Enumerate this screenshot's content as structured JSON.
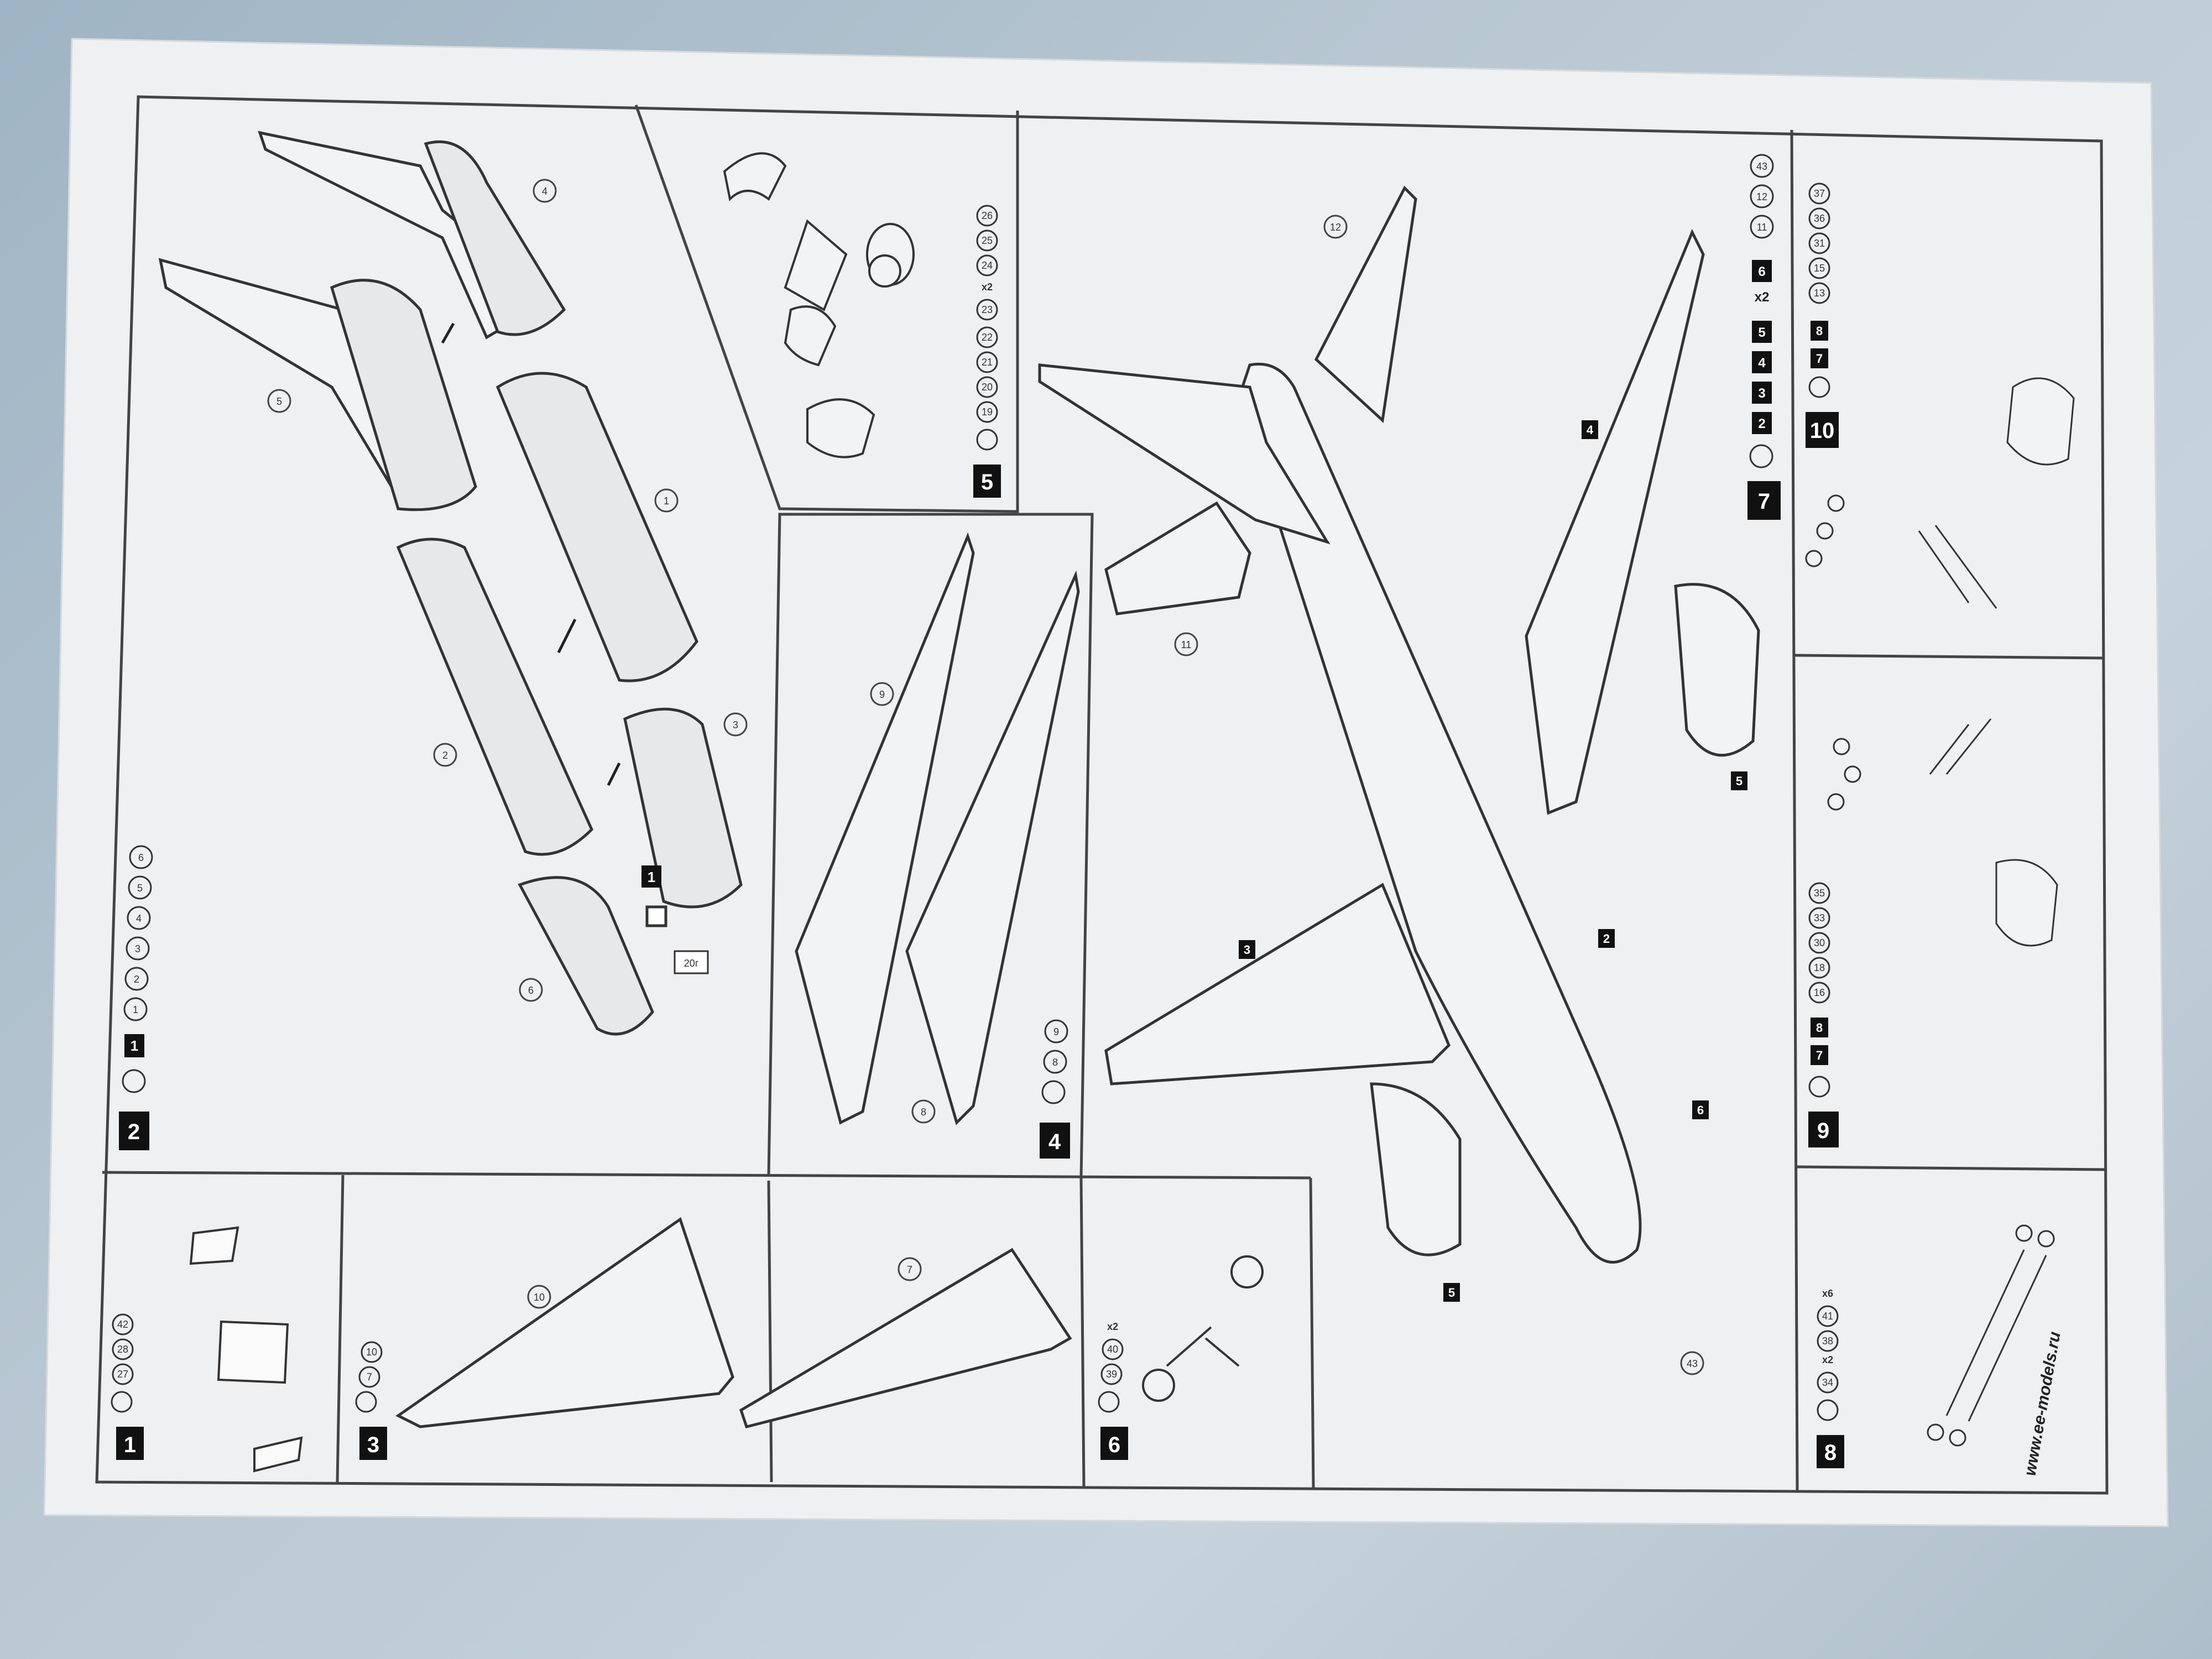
{
  "steps": [
    {
      "number": "1",
      "parts": [
        "27",
        "28",
        "42"
      ]
    },
    {
      "number": "2",
      "step_ref": "1",
      "parts": [
        "1",
        "2",
        "3",
        "4",
        "5",
        "6"
      ]
    },
    {
      "number": "3",
      "parts": [
        "7",
        "10"
      ]
    },
    {
      "number": "4",
      "parts": [
        "8",
        "9"
      ]
    },
    {
      "number": "5",
      "parts": [
        "19",
        "20",
        "21",
        "22",
        "23",
        "24",
        "25",
        "26"
      ],
      "multiplier_text": "x2"
    },
    {
      "number": "6",
      "parts": [
        "39",
        "40"
      ],
      "multiplier_text": "x2"
    },
    {
      "number": "7",
      "step_refs": [
        "2",
        "3",
        "4",
        "5",
        "6"
      ],
      "parts": [
        "11",
        "12",
        "43"
      ],
      "multiplier_text": "x2"
    },
    {
      "number": "8",
      "parts": [
        "34",
        "38",
        "41"
      ],
      "mult_a": "x2",
      "mult_b": "x6"
    },
    {
      "number": "9",
      "step_refs": [
        "7",
        "8"
      ],
      "parts": [
        "16",
        "18",
        "30",
        "33",
        "35"
      ]
    },
    {
      "number": "10",
      "step_refs": [
        "7",
        "8"
      ],
      "parts": [
        "13",
        "15",
        "31",
        "36",
        "37"
      ]
    }
  ],
  "website": "www.ee-models.ru",
  "weight_label": "20г",
  "callouts": {
    "fuselage_parts": [
      "1",
      "2",
      "3",
      "4",
      "5",
      "6"
    ],
    "wing_parts": [
      "7",
      "8",
      "9",
      "10"
    ],
    "final_parts": [
      "2",
      "3",
      "4",
      "5",
      "6",
      "11",
      "12",
      "43"
    ]
  },
  "colors": {
    "paper": "#f3f4f4",
    "ink": "#2a2a2a",
    "table": "#b2c3cf"
  }
}
